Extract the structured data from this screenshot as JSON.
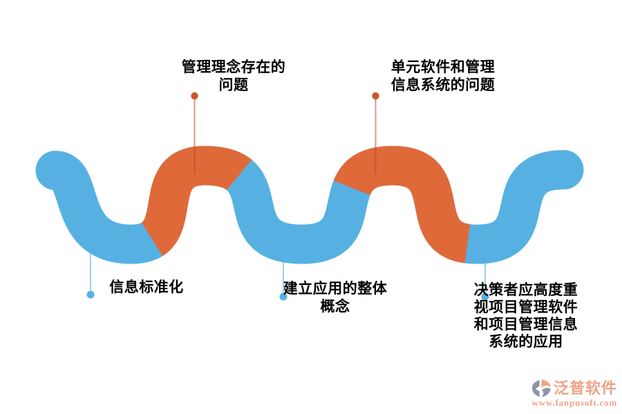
{
  "colors": {
    "background": "#ffffff",
    "wave_blue": "#56b1e2",
    "wave_orange": "#e0693a",
    "top_dot": "#cb5628",
    "top_line": "rgba(180,70,40,0.55)",
    "bottom_dot": "#56b1e2",
    "bottom_line": "rgba(86,177,226,0.6)",
    "text": "#000000",
    "watermark_salmon": "#efa286",
    "watermark_gray": "#8c96aa"
  },
  "wave": {
    "orange_ranges_x": [
      [
        220,
        346
      ],
      [
        509,
        676
      ]
    ]
  },
  "labels": {
    "top": [
      {
        "lines": [
          "管理理念存在的",
          "问题"
        ]
      },
      {
        "lines": [
          "单元软件和管理",
          "信息系统的问题"
        ]
      }
    ],
    "bottom": [
      {
        "lines": [
          "信息标准化"
        ]
      },
      {
        "lines": [
          "建立应用的整体",
          "概念"
        ]
      },
      {
        "lines": [
          "决策者应高度重",
          "视项目管理软件",
          "和项目管理信息",
          "系统的应用"
        ]
      }
    ]
  },
  "watermark": {
    "brand": "泛普软件",
    "url": "www.fanpusoft.com"
  }
}
